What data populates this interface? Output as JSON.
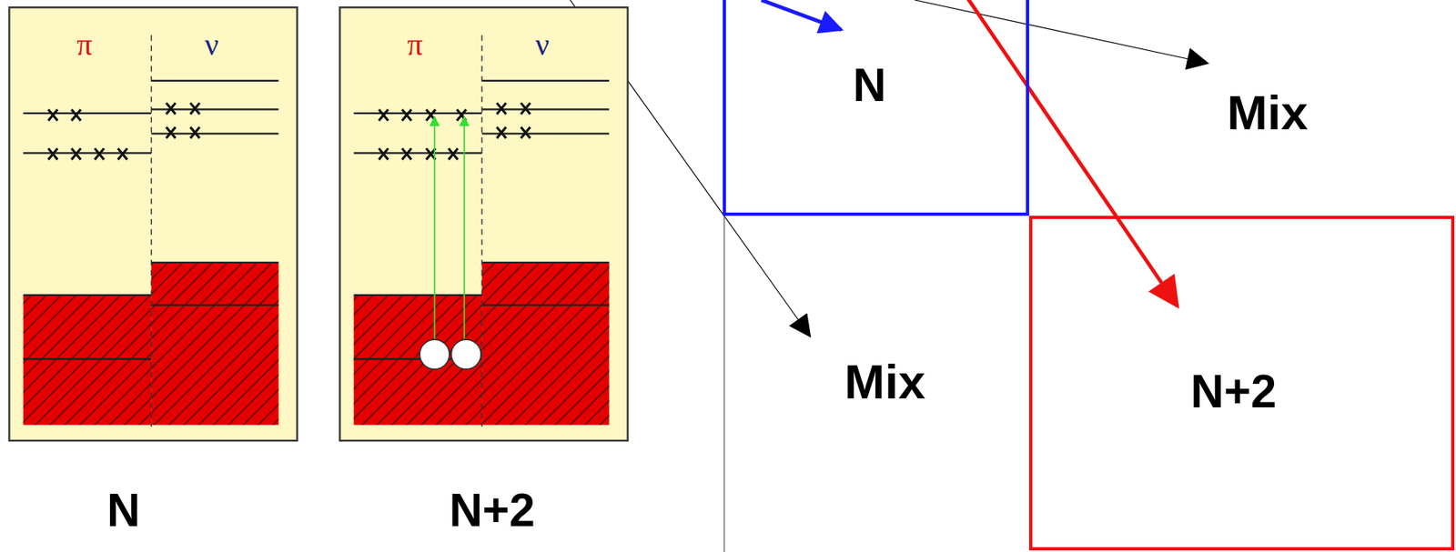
{
  "diagram": {
    "nodes": [
      {
        "text": [
          "π",
          "ν",
          "N"
        ]
      },
      {
        "text": [
          "π",
          "ν",
          "N+2"
        ]
      },
      {
        "text": [
          "N"
        ]
      },
      {
        "text": [
          "N+2"
        ]
      }
    ],
    "labels": [
      "Mix",
      "Mix"
    ]
  }
}
